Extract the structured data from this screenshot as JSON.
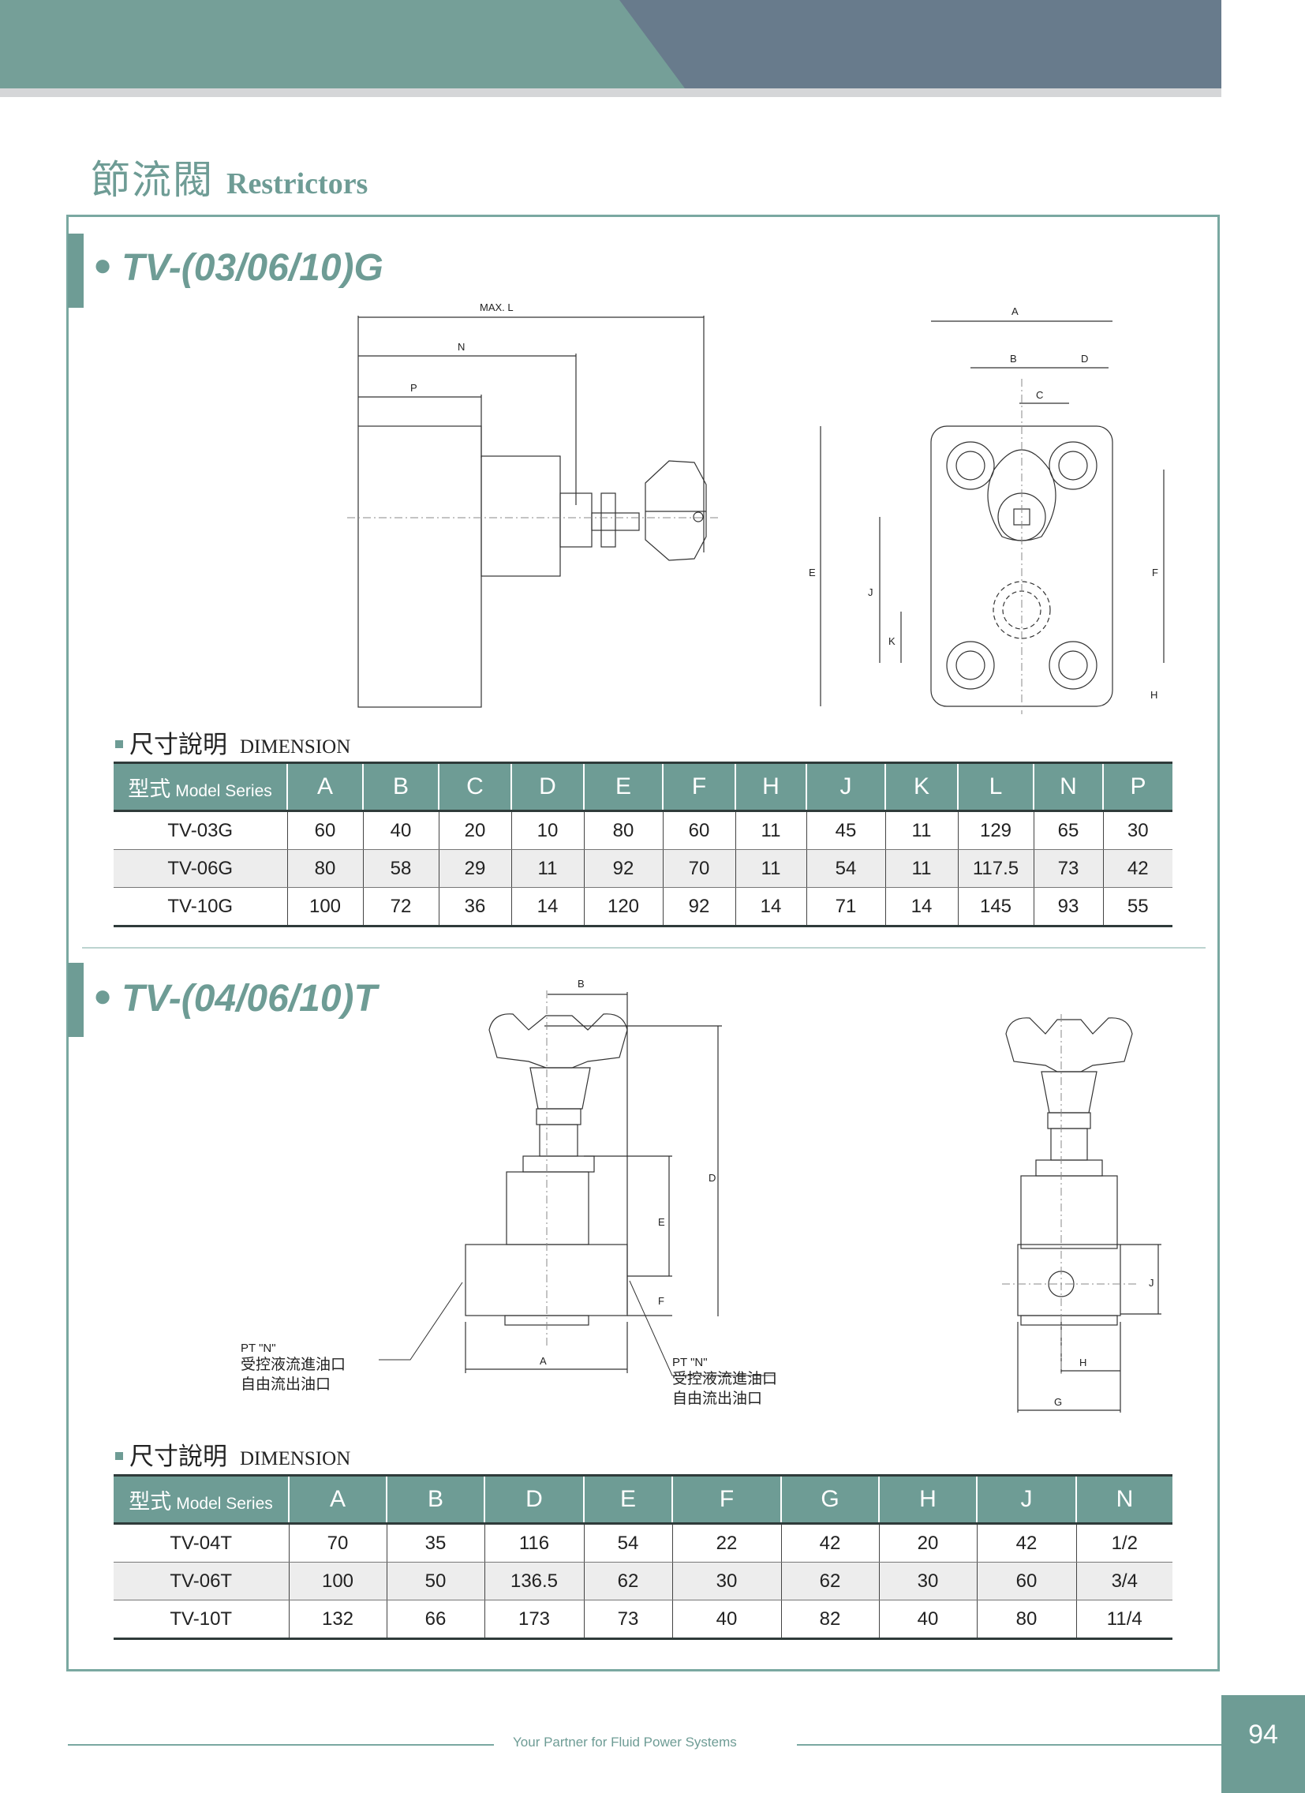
{
  "header": {
    "title_cn": "節流閥",
    "title_en": "Restrictors",
    "colors": {
      "banner_left": "#759f98",
      "banner_right": "#687b8c",
      "accent": "#6e9c95"
    }
  },
  "section_g": {
    "title": "TV-(03/06/10)G",
    "dimension_label_cn": "尺寸說明",
    "dimension_label_en": "DIMENSION",
    "drawing_labels": {
      "max_l": "MAX. L",
      "n": "N",
      "p": "P",
      "a": "A",
      "b": "B",
      "c": "C",
      "d": "D",
      "e": "E",
      "f": "F",
      "h": "H",
      "j": "J",
      "k": "K"
    },
    "table": {
      "model_header_cn": "型式",
      "model_header_en": "Model Series",
      "columns": [
        "A",
        "B",
        "C",
        "D",
        "E",
        "F",
        "H",
        "J",
        "K",
        "L",
        "N",
        "P"
      ],
      "rows": [
        [
          "TV-03G",
          "60",
          "40",
          "20",
          "10",
          "80",
          "60",
          "11",
          "45",
          "11",
          "129",
          "65",
          "30"
        ],
        [
          "TV-06G",
          "80",
          "58",
          "29",
          "11",
          "92",
          "70",
          "11",
          "54",
          "11",
          "117.5",
          "73",
          "42"
        ],
        [
          "TV-10G",
          "100",
          "72",
          "36",
          "14",
          "120",
          "92",
          "14",
          "71",
          "14",
          "145",
          "93",
          "55"
        ]
      ]
    }
  },
  "section_t": {
    "title": "TV-(04/06/10)T",
    "dimension_label_cn": "尺寸說明",
    "dimension_label_en": "DIMENSION",
    "drawing_labels": {
      "a": "A",
      "b": "B",
      "d": "D",
      "e": "E",
      "f": "F",
      "g": "G",
      "h": "H",
      "j": "J"
    },
    "port_note_left": {
      "pt": "PT \"N\"",
      "line1": "受控液流進油口",
      "line2": "自由流出油口"
    },
    "port_note_right": {
      "pt": "PT \"N\"",
      "line1": "受控液流進油口",
      "line2": "自由流出油口"
    },
    "table": {
      "model_header_cn": "型式",
      "model_header_en": "Model Series",
      "columns": [
        "A",
        "B",
        "D",
        "E",
        "F",
        "G",
        "H",
        "J",
        "N"
      ],
      "rows": [
        [
          "TV-04T",
          "70",
          "35",
          "116",
          "54",
          "22",
          "42",
          "20",
          "42",
          "1/2"
        ],
        [
          "TV-06T",
          "100",
          "50",
          "136.5",
          "62",
          "30",
          "62",
          "30",
          "60",
          "3/4"
        ],
        [
          "TV-10T",
          "132",
          "66",
          "173",
          "73",
          "40",
          "82",
          "40",
          "80",
          "11/4"
        ]
      ]
    }
  },
  "footer": {
    "tagline": "Your Partner for Fluid Power Systems",
    "page_number": "94"
  }
}
